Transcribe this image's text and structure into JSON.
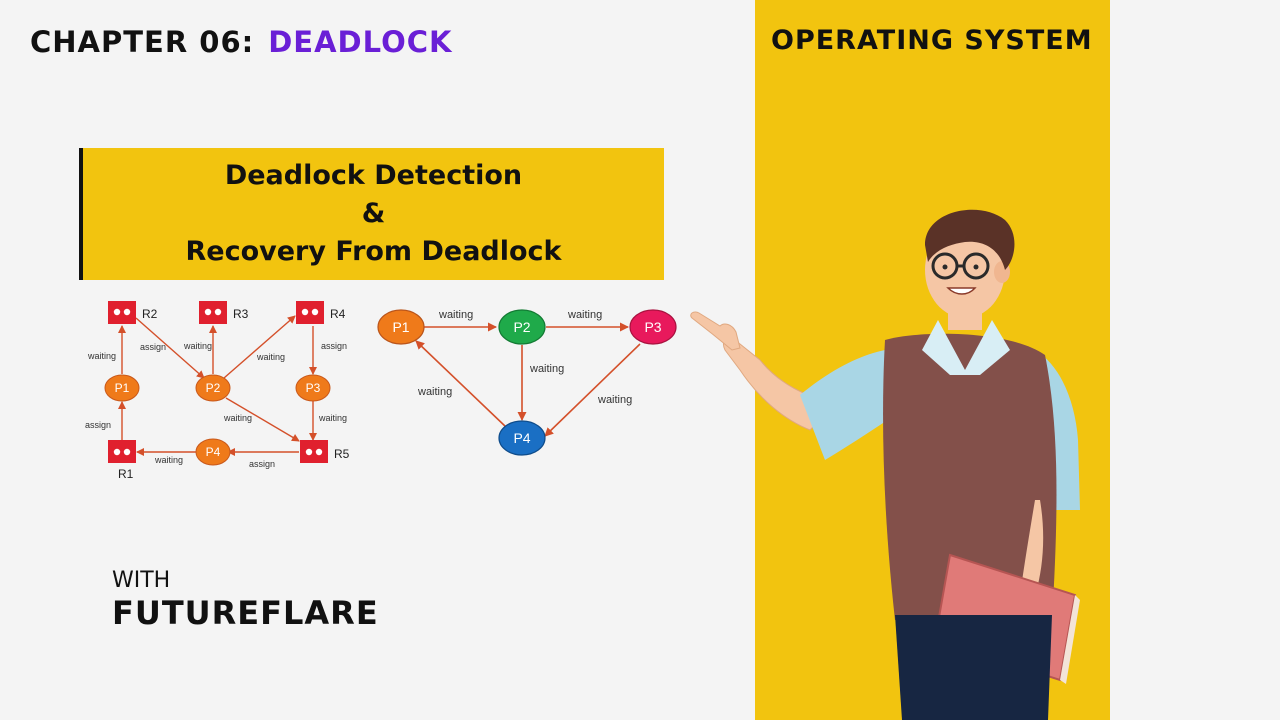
{
  "header": {
    "chapter_label": "CHAPTER 06:",
    "chapter_topic": "DEADLOCK",
    "subject": "OPERATING SYSTEM"
  },
  "banner": {
    "line1": "Deadlock Detection",
    "line2": "&",
    "line3": "Recovery From Deadlock"
  },
  "resource_allocation_graph": {
    "processes": [
      "P1",
      "P2",
      "P3",
      "P4"
    ],
    "resources": [
      "R1",
      "R2",
      "R3",
      "R4",
      "R5"
    ],
    "edge_labels": {
      "p1_r2": "waiting",
      "r2_p2": "assign",
      "p2_r3": "waiting",
      "p2_r4": "waiting",
      "r4_p3": "assign",
      "p3_r5": "waiting",
      "p2_r5": "waiting",
      "r5_p4": "assign",
      "p4_r1": "waiting",
      "r1_p1": "assign"
    }
  },
  "wait_for_graph": {
    "nodes": [
      "P1",
      "P2",
      "P3",
      "P4"
    ],
    "edge_labels": {
      "p1_p2": "waiting",
      "p2_p3": "waiting",
      "p2_p4": "waiting",
      "p3_p4": "waiting",
      "p4_p1": "waiting"
    }
  },
  "footer": {
    "with_label": "WITH",
    "brand": "FUTUREFLARE"
  },
  "colors": {
    "accent_yellow": "#f2c40f",
    "topic_purple": "#6a1fd6",
    "edge_orange": "#d4502a",
    "resource_red": "#e0202e",
    "process_orange": "#ef7a1a",
    "node_green": "#1faa4a",
    "node_pink": "#e8195c",
    "node_blue": "#1a6fc4"
  }
}
